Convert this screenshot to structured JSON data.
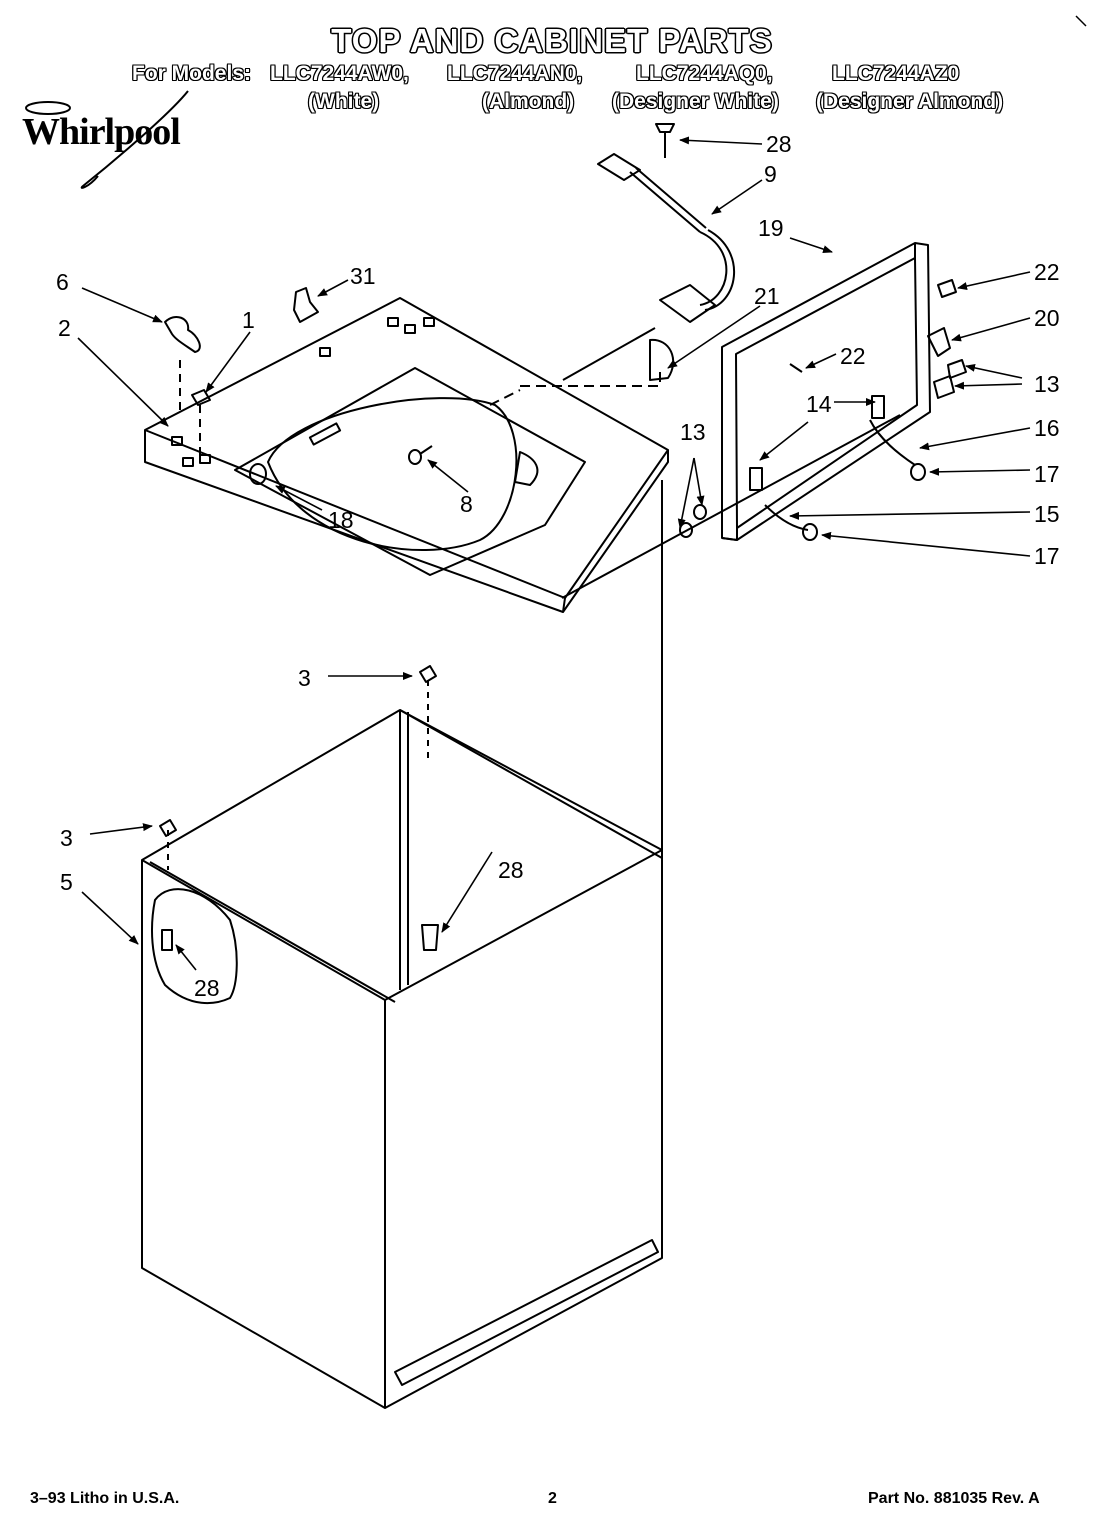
{
  "header": {
    "title": "TOP AND CABINET PARTS",
    "models_prefix": "For Models:",
    "models": [
      {
        "code": "LLC7244AW0,",
        "color": "(White)"
      },
      {
        "code": "LLC7244AN0,",
        "color": "(Almond)"
      },
      {
        "code": "LLC7244AQ0,",
        "color": "(Designer White)"
      },
      {
        "code": "LLC7244AZ0",
        "color": "(Designer Almond)"
      }
    ]
  },
  "brand": {
    "logo_text": "Whirlpool"
  },
  "callouts": [
    "28",
    "9",
    "19",
    "22",
    "20",
    "13",
    "16",
    "17",
    "15",
    "17",
    "22",
    "14",
    "13",
    "21",
    "31",
    "6",
    "1",
    "2",
    "8",
    "18",
    "3",
    "3",
    "5",
    "28",
    "28"
  ],
  "footer": {
    "left": "3–93 Litho in U.S.A.",
    "center": "2",
    "right": "Part No. 881035 Rev. A"
  }
}
